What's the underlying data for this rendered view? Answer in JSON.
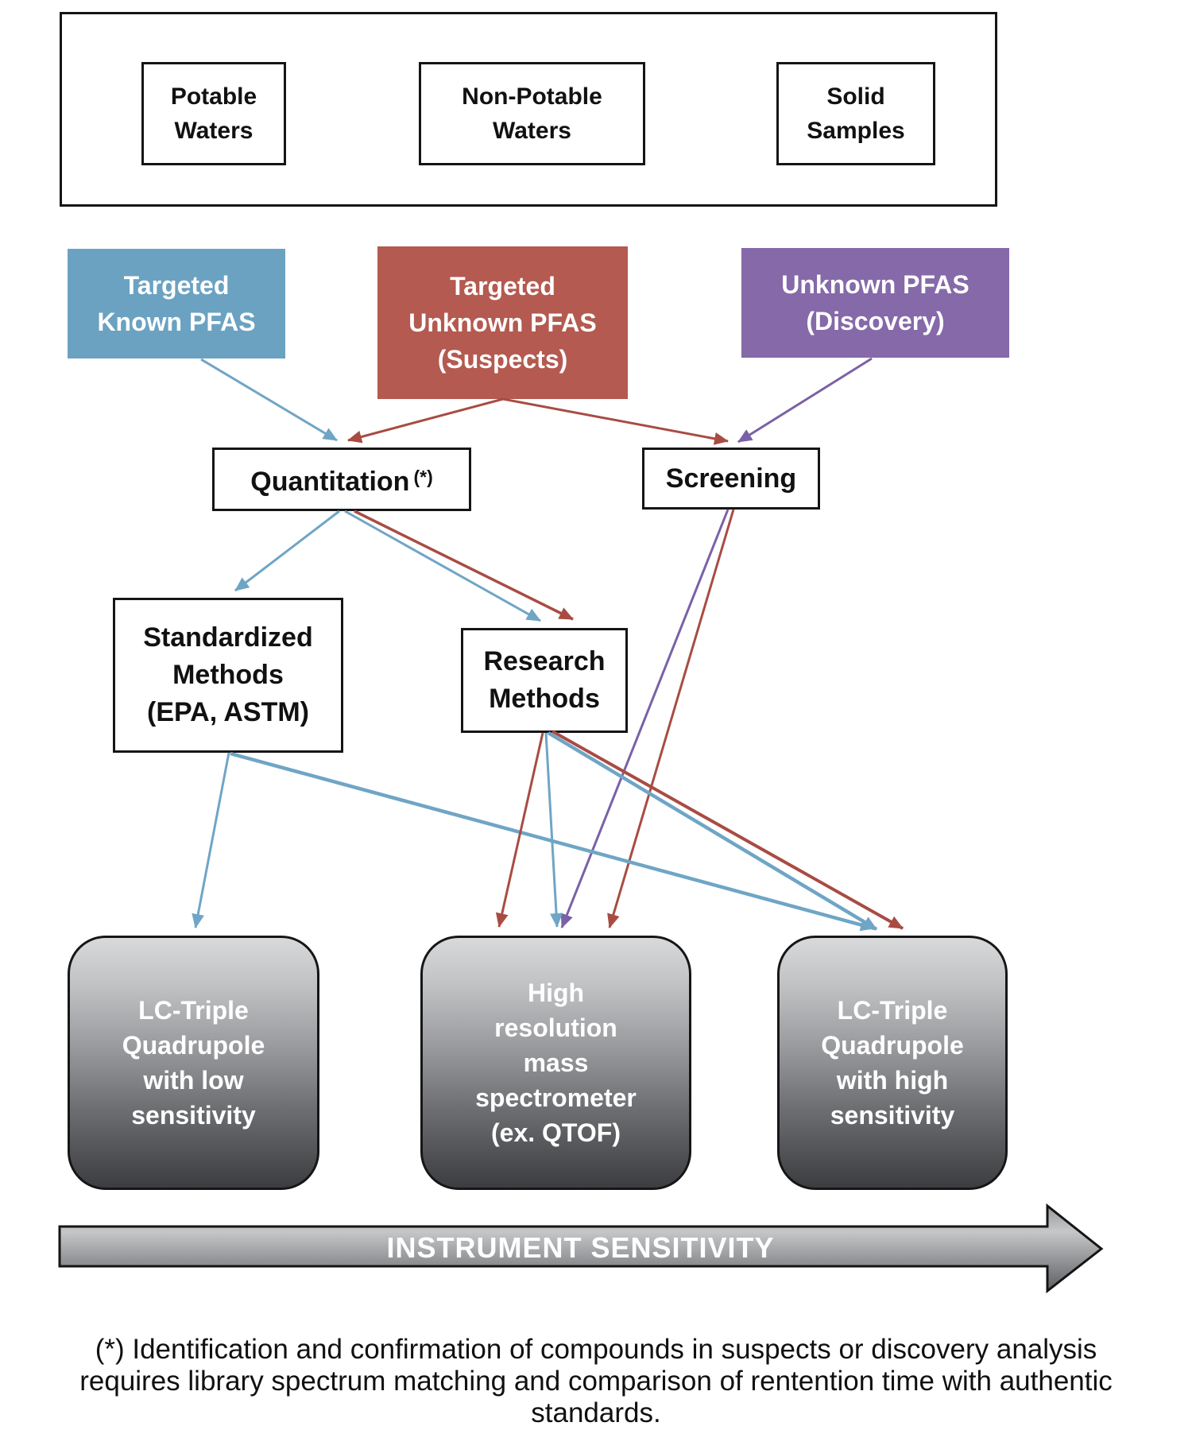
{
  "figure": {
    "sample_panel": {
      "potable": {
        "lines": [
          "Potable",
          "Waters"
        ]
      },
      "non_potable": {
        "lines": [
          "Non-Potable",
          "Waters"
        ]
      },
      "solid": {
        "lines": [
          "Solid",
          "Samples"
        ]
      }
    },
    "pfas_categories": {
      "targeted_known": {
        "lines": [
          "Targeted",
          "Known PFAS"
        ],
        "color": "#6ba2c2"
      },
      "targeted_unknown": {
        "lines": [
          "Targeted",
          "Unknown PFAS",
          "(Suspects)"
        ],
        "color": "#b45a50"
      },
      "unknown_discovery": {
        "lines": [
          "Unknown PFAS",
          "(Discovery)"
        ],
        "color": "#8569a9"
      }
    },
    "approaches": {
      "quantitation": {
        "label": "Quantitation",
        "footnote_marker": "(*)"
      },
      "screening": {
        "label": "Screening"
      }
    },
    "methods": {
      "standardized": {
        "lines": [
          "Standardized",
          "Methods",
          "(EPA, ASTM)"
        ]
      },
      "research": {
        "lines": [
          "Research",
          "Methods"
        ]
      }
    },
    "instruments": {
      "lc_qqq_low": {
        "lines": [
          "LC-Triple",
          "Quadrupole",
          "with low",
          "sensitivity"
        ]
      },
      "hrms": {
        "lines": [
          "High",
          "resolution",
          "mass",
          "spectrometer",
          "(ex. QTOF)"
        ]
      },
      "lc_qqq_high": {
        "lines": [
          "LC-Triple",
          "Quadrupole",
          "with high",
          "sensitivity"
        ]
      }
    },
    "axis": {
      "label": "INSTRUMENT SENSITIVITY"
    },
    "footnote": {
      "lines": [
        "(*) Identification and confirmation of compounds in suspects or discovery analysis",
        "requires library spectrum matching and comparison of rentention time with authentic",
        "standards."
      ]
    },
    "edge_colors": {
      "targeted_known_blue": "#6fa5c5",
      "targeted_unknown_red": "#a84c43",
      "unknown_discovery_purple": "#7a61a6"
    }
  }
}
